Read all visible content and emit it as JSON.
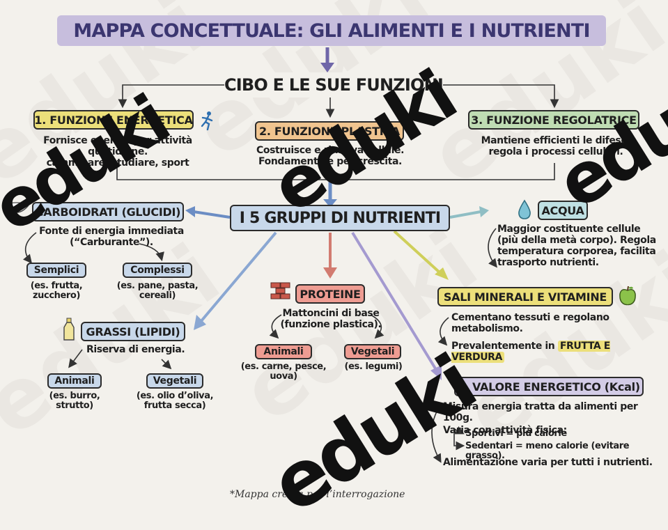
{
  "title": "MAPPA CONCETTUALE: GLI ALIMENTI E I NUTRIENTI",
  "cibo": {
    "label": "CIBO E LE SUE FUNZIONI"
  },
  "funzioni": {
    "energetica": {
      "label": "1. FUNZIONE ENERGETICA",
      "lines": [
        "Fornisce energia per attività",
        "quotidiane.",
        "camminare, studiare, sport"
      ]
    },
    "plastica": {
      "label": "2. FUNZIONE PLASTICA",
      "lines": [
        "Costruisce e rinnova cellule.",
        "Fondamentale per crescita."
      ]
    },
    "regolatrice": {
      "label": "3. FUNZIONE REGOLATRICE",
      "lines": [
        "Mantiene efficienti le difese,",
        "regola i processi cellulari."
      ]
    }
  },
  "gruppi": {
    "label": "I 5 GRUPPI DI NUTRIENTI"
  },
  "carboidrati": {
    "label": "CARBOIDRATI (GLUCIDI)",
    "lines": [
      "Fonte di energia immediata",
      "(“Carburante”)."
    ],
    "semplici": {
      "label": "Semplici",
      "example": [
        "(es. frutta,",
        "zucchero)"
      ]
    },
    "complessi": {
      "label": "Complessi",
      "example": [
        "(es. pane, pasta,",
        "cereali)"
      ]
    }
  },
  "grassi": {
    "label": "GRASSI (LIPIDI)",
    "line": "Riserva di energia.",
    "animali": {
      "label": "Animali",
      "example": [
        "(es. burro,",
        "strutto)"
      ]
    },
    "vegetali": {
      "label": "Vegetali",
      "example": [
        "(es. olio d’oliva,",
        "frutta secca)"
      ]
    }
  },
  "proteine": {
    "label": "PROTEINE",
    "lines": [
      "Mattoncini di base",
      "(funzione plastica)."
    ],
    "animali": {
      "label": "Animali",
      "example": [
        "(es. carne, pesce,",
        "uova)"
      ]
    },
    "vegetali": {
      "label": "Vegetali",
      "example": [
        "(es. legumi)"
      ]
    }
  },
  "acqua": {
    "label": "ACQUA",
    "lines": [
      "Maggior costituente cellule",
      "(più della metà corpo). Regola",
      "temperatura corporea, facilita",
      "trasporto nutrienti."
    ]
  },
  "sali": {
    "label": "SALI MINERALI E VITAMINE",
    "lines": [
      "Cementano tessuti e regolano",
      "metabolismo."
    ],
    "frutta_prefix": "Prevalentemente in",
    "frutta_highlight": "FRUTTA E VERDURA"
  },
  "valore": {
    "label": "IL VALORE ENERGETICO (Kcal)",
    "lines": [
      "Misura energia tratta da alimenti per 100g.",
      "Varia con attività fisica:"
    ],
    "sub": [
      "Sportivi = più calorie",
      "Sedentari = meno calorie (evitare grasso)."
    ],
    "last": "Alimentazione varia per tutti i nutrienti."
  },
  "footer": "*Mappa creata per l’interrogazione",
  "watermark": "eduki",
  "colors": {
    "background": "#f3f1ec",
    "title": "#c7bedd",
    "energetica": "#ecdf7a",
    "plastica": "#f0c48f",
    "regolatrice": "#bfdcb3",
    "carboidrati": "#c8d8ea",
    "grassi": "#c8d8ea",
    "proteine": "#ee9c92",
    "acqua": "#bfe0e3",
    "sali": "#ecdf7a",
    "valore": "#d3cce6",
    "gruppi": "#c8d8ea"
  }
}
